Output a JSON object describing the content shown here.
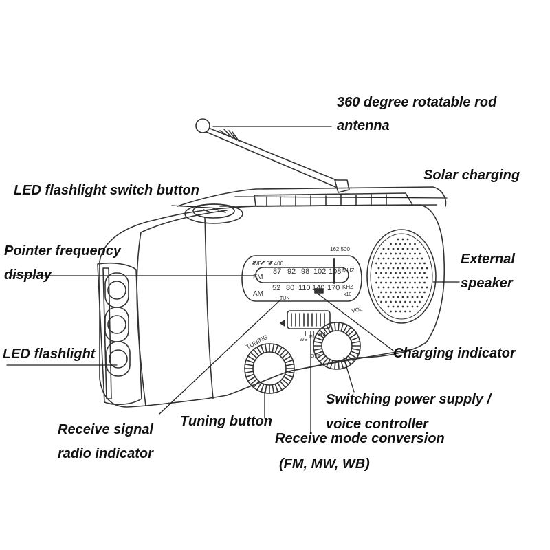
{
  "labels": {
    "antenna_line1": "360 degree rotatable rod",
    "antenna_line2": "antenna",
    "solar": "Solar charging",
    "led_switch": "LED flashlight switch button",
    "pointer_line1": "Pointer frequency",
    "pointer_line2": "display",
    "external_line1": "External",
    "external_line2": "speaker",
    "led_flashlight": "LED flashlight",
    "charging": "Charging indicator",
    "switching_line1": "Switching power supply /",
    "switching_line2": "voice controller",
    "receive_signal_line1": "Receive signal",
    "receive_signal_line2": "radio indicator",
    "tuning_button": "Tuning button",
    "receive_mode_line1": "Receive mode conversion",
    "receive_mode_line2": "(FM, MW, WB)"
  },
  "dial": {
    "wb_low": "WB 162.400",
    "wb_high": "162.500",
    "fm_label": "FM",
    "fm_scale": [
      "87",
      "92",
      "98",
      "102",
      "108"
    ],
    "fm_unit": "MHZ",
    "am_label": "AM",
    "am_scale": [
      "52",
      "80",
      "110",
      "140",
      "170"
    ],
    "am_unit": "KHZ",
    "am_mult": "x10",
    "tun": "TUN"
  },
  "device_text": {
    "tuning": "TUNING",
    "vol": "VOL",
    "mode_wb": "WB",
    "mode_fm": "FM",
    "mode_am": "AM",
    "off": "OFF"
  }
}
